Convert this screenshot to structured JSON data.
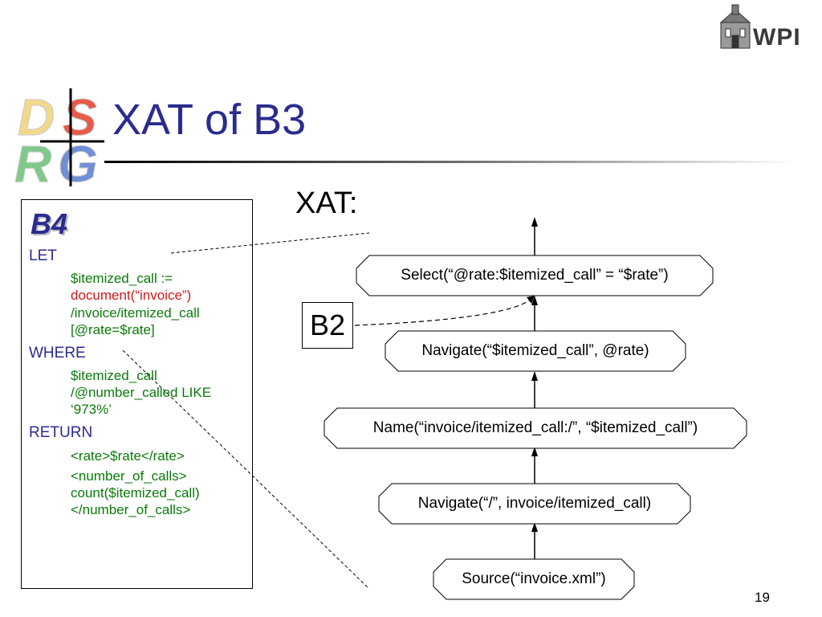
{
  "slide": {
    "title": "XAT of B3",
    "page_number": "19",
    "logo_text": "WPI",
    "dsrg_logo": "DSRG"
  },
  "code_panel": {
    "heading": "B4",
    "let_kw": "LET",
    "let_lines": [
      "$itemized_call :=",
      "document(“invoice”)",
      "/invoice/itemized_call",
      "[@rate=$rate]"
    ],
    "where_kw": "WHERE",
    "where_lines": [
      "$itemized_call",
      "/@number_called LIKE",
      "‘973%’"
    ],
    "return_kw": "RETURN",
    "return_lines": [
      "<rate>$rate</rate>",
      "<number_of_calls>",
      "count($itemized_call)",
      "</number_of_calls>"
    ]
  },
  "xat": {
    "label": "XAT:",
    "b2": "B2",
    "operators": [
      "Select(“@rate:$itemized_call” = “$rate”)",
      "Navigate(“$itemized_call”, @rate)",
      "Name(“invoice/itemized_call:/”, “$itemized_call”)",
      "Navigate(“/”, invoice/itemized_call)",
      "Source(“invoice.xml”)"
    ]
  }
}
